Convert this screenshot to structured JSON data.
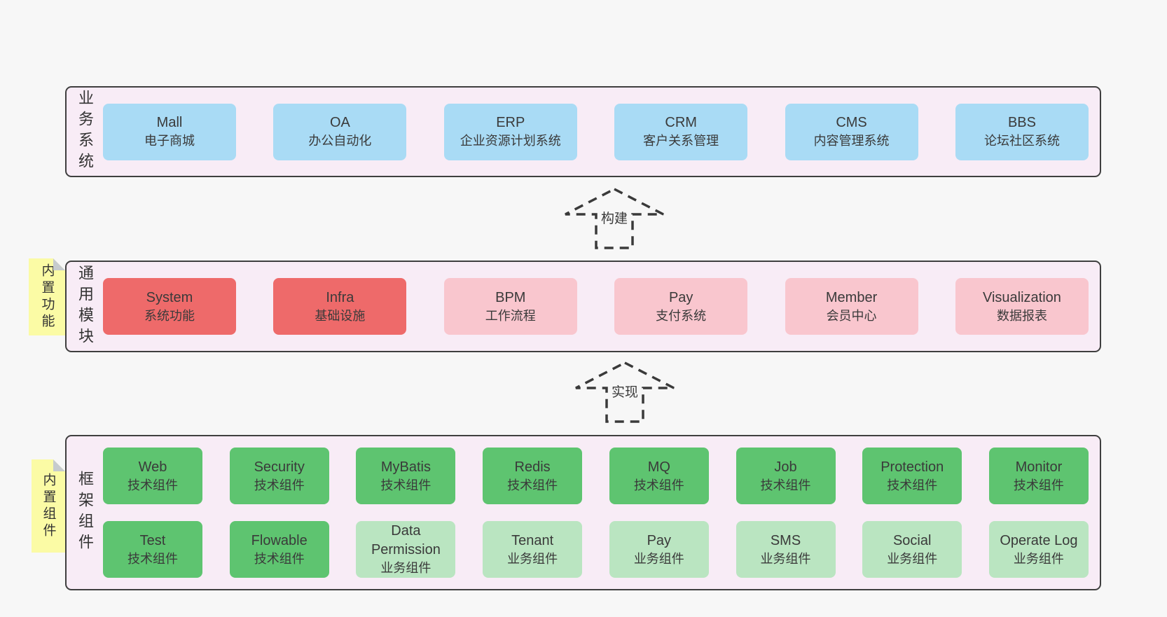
{
  "arrows": [
    {
      "label": "构建"
    },
    {
      "label": "实现"
    }
  ],
  "layers": [
    {
      "label": "业务系统",
      "note": "",
      "rows": [
        [
          {
            "name": "Mall",
            "desc": "电子商城",
            "variant": "blue"
          },
          {
            "name": "OA",
            "desc": "办公自动化",
            "variant": "blue"
          },
          {
            "name": "ERP",
            "desc": "企业资源计划系统",
            "variant": "blue"
          },
          {
            "name": "CRM",
            "desc": "客户关系管理",
            "variant": "blue"
          },
          {
            "name": "CMS",
            "desc": "内容管理系统",
            "variant": "blue"
          },
          {
            "name": "BBS",
            "desc": "论坛社区系统",
            "variant": "blue"
          }
        ]
      ]
    },
    {
      "label": "通用模块",
      "note": "内置功能",
      "rows": [
        [
          {
            "name": "System",
            "desc": "系统功能",
            "variant": "red"
          },
          {
            "name": "Infra",
            "desc": "基础设施",
            "variant": "red"
          },
          {
            "name": "BPM",
            "desc": "工作流程",
            "variant": "pink"
          },
          {
            "name": "Pay",
            "desc": "支付系统",
            "variant": "pink"
          },
          {
            "name": "Member",
            "desc": "会员中心",
            "variant": "pink"
          },
          {
            "name": "Visualization",
            "desc": "数据报表",
            "variant": "pink"
          }
        ]
      ]
    },
    {
      "label": "框架组件",
      "note": "内置组件",
      "rows": [
        [
          {
            "name": "Web",
            "desc": "技术组件",
            "variant": "green"
          },
          {
            "name": "Security",
            "desc": "技术组件",
            "variant": "green"
          },
          {
            "name": "MyBatis",
            "desc": "技术组件",
            "variant": "green"
          },
          {
            "name": "Redis",
            "desc": "技术组件",
            "variant": "green"
          },
          {
            "name": "MQ",
            "desc": "技术组件",
            "variant": "green"
          },
          {
            "name": "Job",
            "desc": "技术组件",
            "variant": "green"
          },
          {
            "name": "Protection",
            "desc": "技术组件",
            "variant": "green"
          },
          {
            "name": "Monitor",
            "desc": "技术组件",
            "variant": "green"
          }
        ],
        [
          {
            "name": "Test",
            "desc": "技术组件",
            "variant": "green"
          },
          {
            "name": "Flowable",
            "desc": "技术组件",
            "variant": "green"
          },
          {
            "name": "Data Permission",
            "desc": "业务组件",
            "variant": "lightgreen"
          },
          {
            "name": "Tenant",
            "desc": "业务组件",
            "variant": "lightgreen"
          },
          {
            "name": "Pay",
            "desc": "业务组件",
            "variant": "lightgreen"
          },
          {
            "name": "SMS",
            "desc": "业务组件",
            "variant": "lightgreen"
          },
          {
            "name": "Social",
            "desc": "业务组件",
            "variant": "lightgreen"
          },
          {
            "name": "Operate Log",
            "desc": "业务组件",
            "variant": "lightgreen"
          }
        ]
      ]
    }
  ],
  "colors": {
    "page_bg": "#f7f7f7",
    "panel_bg": "#f8ecf6",
    "panel_border": "#3f3f3f",
    "blue": "#a9dbf5",
    "red": "#ee6a6a",
    "pink": "#f9c6ce",
    "green": "#5ec470",
    "lightgreen": "#bae5c1",
    "note_bg": "#fbfba5",
    "note_fold": "#c6cbce",
    "text": "#3a3a3a"
  }
}
